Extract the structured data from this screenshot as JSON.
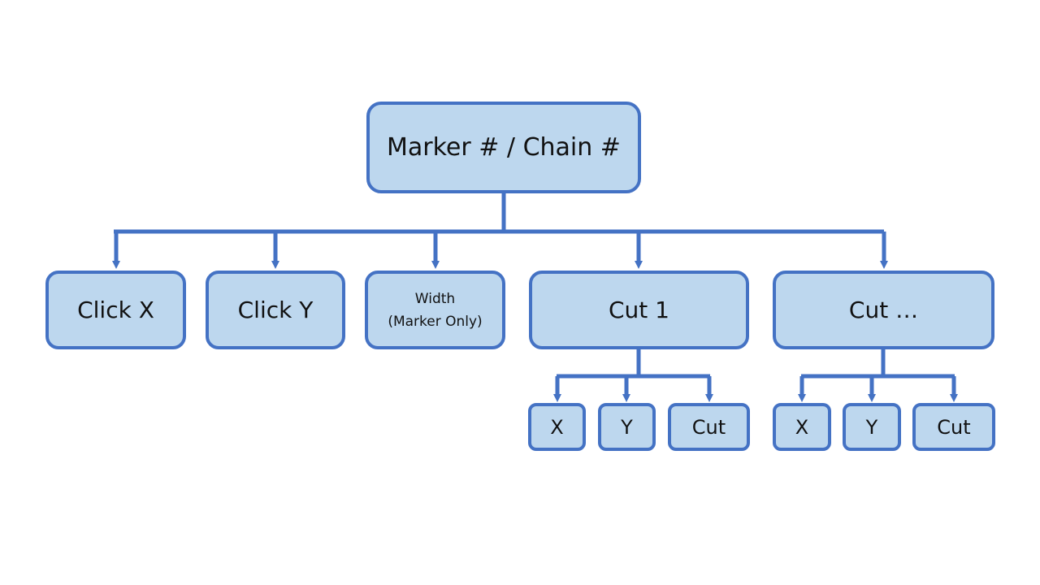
{
  "colors": {
    "box_fill": "#bdd7ee",
    "box_border": "#4472c4",
    "connector": "#4472c4",
    "text": "#111111",
    "background": "#ffffff"
  },
  "diagram": {
    "root": {
      "label": "Marker # / Chain #"
    },
    "children": [
      {
        "id": "click-x",
        "label": "Click X"
      },
      {
        "id": "click-y",
        "label": "Click Y"
      },
      {
        "id": "width",
        "line1": "Width",
        "line2": "(Marker Only)"
      },
      {
        "id": "cut-1",
        "label": "Cut 1",
        "children": [
          {
            "label": "X"
          },
          {
            "label": "Y"
          },
          {
            "label": "Cut"
          }
        ]
      },
      {
        "id": "cut-more",
        "label": "Cut …",
        "children": [
          {
            "label": "X"
          },
          {
            "label": "Y"
          },
          {
            "label": "Cut"
          }
        ]
      }
    ]
  }
}
